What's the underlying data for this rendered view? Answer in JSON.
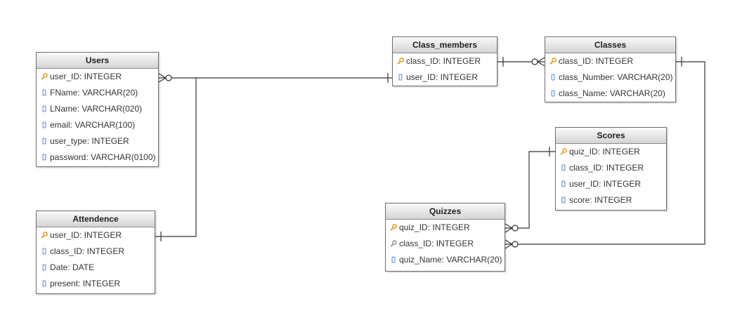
{
  "colors": {
    "primary_key_icon": "#e0a21b",
    "foreign_key_icon": "#9a9a9a",
    "field_icon": "#5b8fd6",
    "line": "#333333",
    "header_top": "#fafafa",
    "header_bottom": "#d4d4d4"
  },
  "tables": {
    "users": {
      "title": "Users",
      "fields": [
        {
          "text": "user_ID: INTEGER",
          "icon": "primary-key-icon"
        },
        {
          "text": "FName: VARCHAR(20)",
          "icon": "field-icon"
        },
        {
          "text": "LName: VARCHAR(020)",
          "icon": "field-icon"
        },
        {
          "text": "email: VARCHAR(100)",
          "icon": "field-icon"
        },
        {
          "text": "user_type: INTEGER",
          "icon": "field-icon"
        },
        {
          "text": "password: VARCHAR(0100)",
          "icon": "field-icon"
        }
      ]
    },
    "attendence": {
      "title": "Attendence",
      "fields": [
        {
          "text": "user_ID: INTEGER",
          "icon": "primary-key-icon"
        },
        {
          "text": "class_ID: INTEGER",
          "icon": "field-icon"
        },
        {
          "text": "Date: DATE",
          "icon": "field-icon"
        },
        {
          "text": "present: INTEGER",
          "icon": "field-icon"
        }
      ]
    },
    "class_members": {
      "title": "Class_members",
      "fields": [
        {
          "text": "class_ID: INTEGER",
          "icon": "primary-key-icon"
        },
        {
          "text": "user_ID: INTEGER",
          "icon": "field-icon"
        }
      ]
    },
    "classes": {
      "title": "Classes",
      "fields": [
        {
          "text": "class_ID: INTEGER",
          "icon": "primary-key-icon"
        },
        {
          "text": "class_Number: VARCHAR(20)",
          "icon": "field-icon"
        },
        {
          "text": "class_Name: VARCHAR(20)",
          "icon": "field-icon"
        }
      ]
    },
    "scores": {
      "title": "Scores",
      "fields": [
        {
          "text": "quiz_ID: INTEGER",
          "icon": "primary-key-icon"
        },
        {
          "text": "class_ID: INTEGER",
          "icon": "field-icon"
        },
        {
          "text": "user_ID: INTEGER",
          "icon": "field-icon"
        },
        {
          "text": "score: INTEGER",
          "icon": "field-icon"
        }
      ]
    },
    "quizzes": {
      "title": "Quizzes",
      "fields": [
        {
          "text": "quiz_ID: INTEGER",
          "icon": "primary-key-icon"
        },
        {
          "text": "class_ID: INTEGER",
          "icon": "foreign-key-icon"
        },
        {
          "text": "quiz_Name: VARCHAR(20)",
          "icon": "field-icon"
        }
      ]
    }
  },
  "relationships": [
    {
      "from": "Users",
      "to": "Class_members",
      "from_end": "zero-or-many",
      "to_end": "one"
    },
    {
      "from": "Users",
      "to": "Attendence",
      "from_end": "zero-or-many",
      "to_end": "one"
    },
    {
      "from": "Class_members",
      "to": "Classes",
      "from_end": "one",
      "to_end": "zero-or-many"
    },
    {
      "from": "Classes",
      "to": "Quizzes",
      "from_end": "one",
      "to_end": "zero-or-many"
    },
    {
      "from": "Scores",
      "to": "Quizzes",
      "from_end": "one",
      "to_end": "zero-or-many"
    }
  ]
}
